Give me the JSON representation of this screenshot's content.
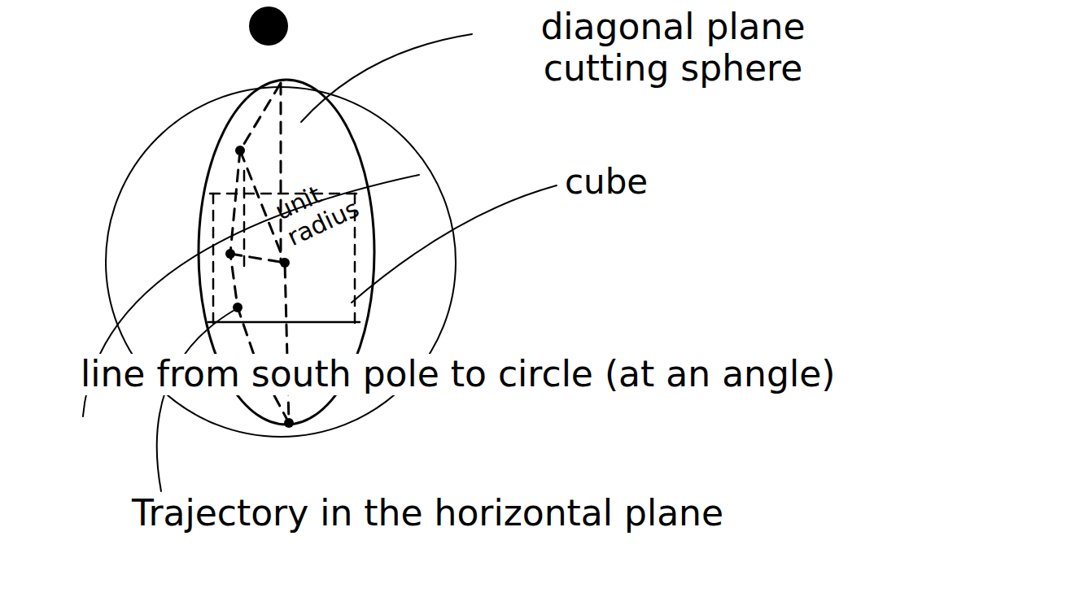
{
  "diagram": {
    "labels": [
      "diagonal plane cutting sphere",
      "unit radius",
      "cube",
      "line from south pole to circle (at an angle)",
      "Trajectory in the horizontal plane"
    ]
  }
}
